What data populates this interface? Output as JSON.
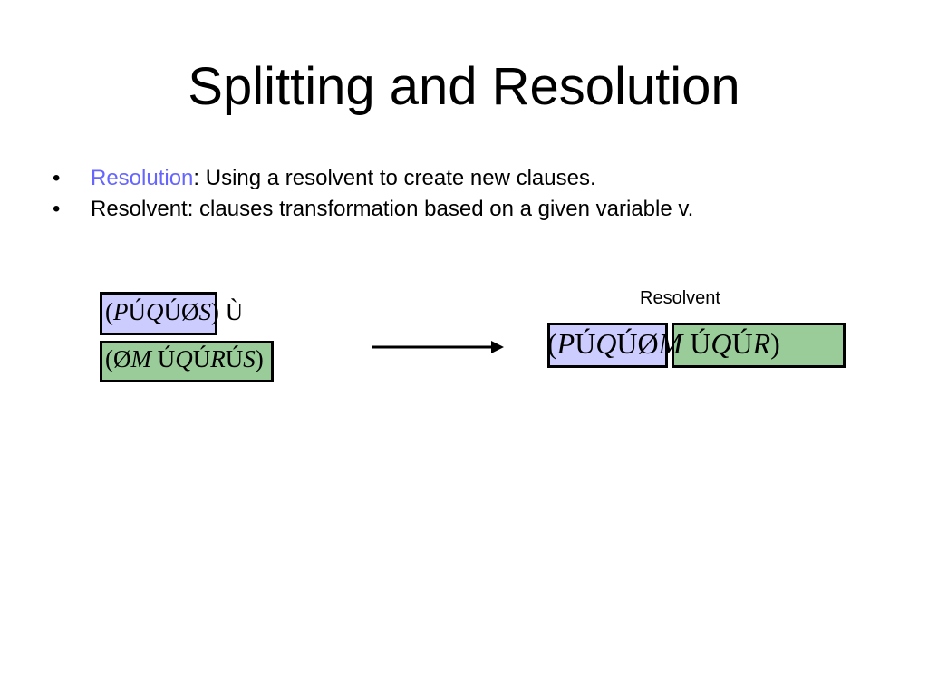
{
  "slide": {
    "title": "Splitting and Resolution",
    "bullets": [
      {
        "marker": "•",
        "highlight": "Resolution",
        "text": ": Using a resolvent to create new clauses."
      },
      {
        "marker": "•",
        "highlight": "",
        "text": "Resolvent: clauses transformation based on a given variable v."
      }
    ],
    "accent_color": "#6666ff",
    "resolvent_label": "Resolvent"
  },
  "diagram": {
    "clause1": [
      "(",
      "P",
      "Ú",
      "Q",
      "Ú",
      "Ø",
      "S",
      ")",
      "Ù"
    ],
    "clause2": [
      "(",
      "Ø",
      "M",
      "Ú",
      "Q",
      "Ú",
      "R",
      "Ú",
      "S",
      ")"
    ],
    "resolvent": [
      "(",
      "P",
      "Ú",
      "Q",
      "Ú",
      "Ø",
      "M",
      "Ú",
      "Q",
      "Ú",
      "R",
      ")"
    ],
    "colors": {
      "blue_box": "#ccccff",
      "green_box": "#99cc99",
      "border": "#000000"
    },
    "arrow_icon": "right-arrow-icon"
  }
}
